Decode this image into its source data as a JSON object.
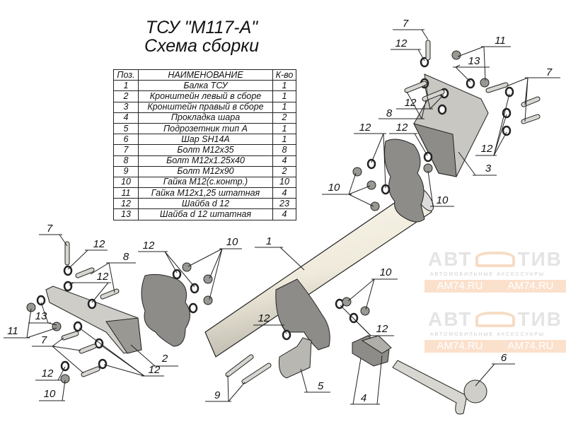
{
  "title": {
    "line1": "ТСУ \"М117-А\"",
    "line2": "Схема сборки"
  },
  "watermark": {
    "left": "АВТ",
    "right": "ТИВ",
    "subtitle": "АВТОМОБИЛЬНЫЕ АКСЕССУАРЫ",
    "site": "AM74.RU",
    "band_color": "#fbe0cc"
  },
  "table": {
    "headers": [
      "Поз.",
      "НАИМЕНОВАНИЕ",
      "К-во"
    ],
    "rows": [
      [
        "1",
        "Балка ТСУ",
        "1"
      ],
      [
        "2",
        "Кронштейн левый в сборе",
        "1"
      ],
      [
        "3",
        "Кронштейн правый в сборе",
        "1"
      ],
      [
        "4",
        "Прокладка шара",
        "2"
      ],
      [
        "5",
        "Подрозетник тип А",
        "1"
      ],
      [
        "6",
        "Шар SH14A",
        "1"
      ],
      [
        "7",
        "Болт М12х35",
        "8"
      ],
      [
        "8",
        "Болт М12х1.25х40",
        "4"
      ],
      [
        "9",
        "Болт М12х90",
        "2"
      ],
      [
        "10",
        "Гайка М12(с.контр.)",
        "10"
      ],
      [
        "11",
        "Гайка М12х1,25 штатная",
        "4"
      ],
      [
        "12",
        "Шайба d 12",
        "23"
      ],
      [
        "13",
        "Шайба d 12 штатная",
        "4"
      ]
    ]
  },
  "callouts": [
    "7",
    "12",
    "11",
    "13",
    "7",
    "8",
    "12",
    "12",
    "12",
    "12",
    "3",
    "10",
    "10",
    "1",
    "7",
    "12",
    "8",
    "12",
    "12",
    "10",
    "12",
    "13",
    "11",
    "7",
    "12",
    "2",
    "12",
    "10",
    "9",
    "5",
    "4",
    "10",
    "12",
    "6"
  ]
}
